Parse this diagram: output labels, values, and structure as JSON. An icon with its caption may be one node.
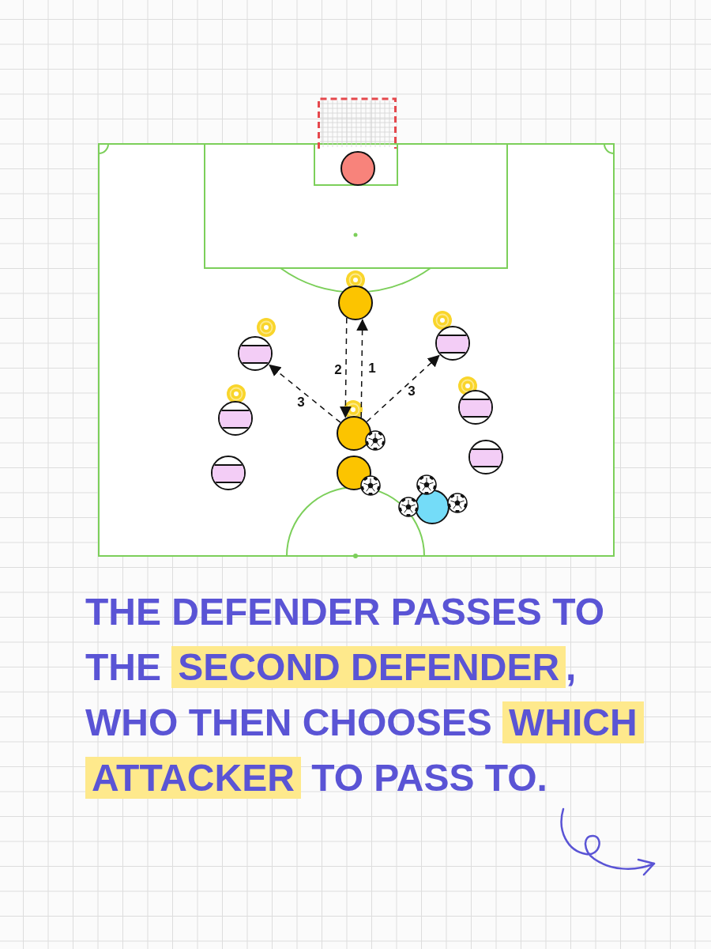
{
  "diagram": {
    "caption": "THE DEFENDER PASSES TO THE **SECOND DEFENDER**, WHO THEN CHOOSES **WHICH ATTACKER** TO PASS TO.",
    "nodes": [
      {
        "text": [],
        "shape": "circle"
      },
      {
        "text": [],
        "shape": "circle"
      },
      {
        "text": [],
        "shape": "circle"
      },
      {
        "text": [],
        "shape": "circle"
      },
      {
        "text": [],
        "shape": "circle"
      },
      {
        "text": [],
        "shape": "circle"
      },
      {
        "text": [],
        "shape": "circle"
      },
      {
        "text": [],
        "shape": "circle"
      },
      {
        "text": [],
        "shape": "circle"
      },
      {
        "text": [],
        "shape": "circle"
      },
      {
        "text": [],
        "shape": "circle"
      }
    ],
    "edges": [
      {
        "from": 6,
        "to": 1,
        "arrow": "to",
        "label": "1",
        "style": "dashed"
      },
      {
        "from": 1,
        "to": 6,
        "arrow": "to",
        "label": "2",
        "style": "dashed"
      },
      {
        "from": 6,
        "to": 2,
        "arrow": "to",
        "label": "3",
        "style": "dashed"
      },
      {
        "from": 6,
        "to": 3,
        "arrow": "to",
        "label": "3",
        "style": "dashed"
      }
    ]
  }
}
